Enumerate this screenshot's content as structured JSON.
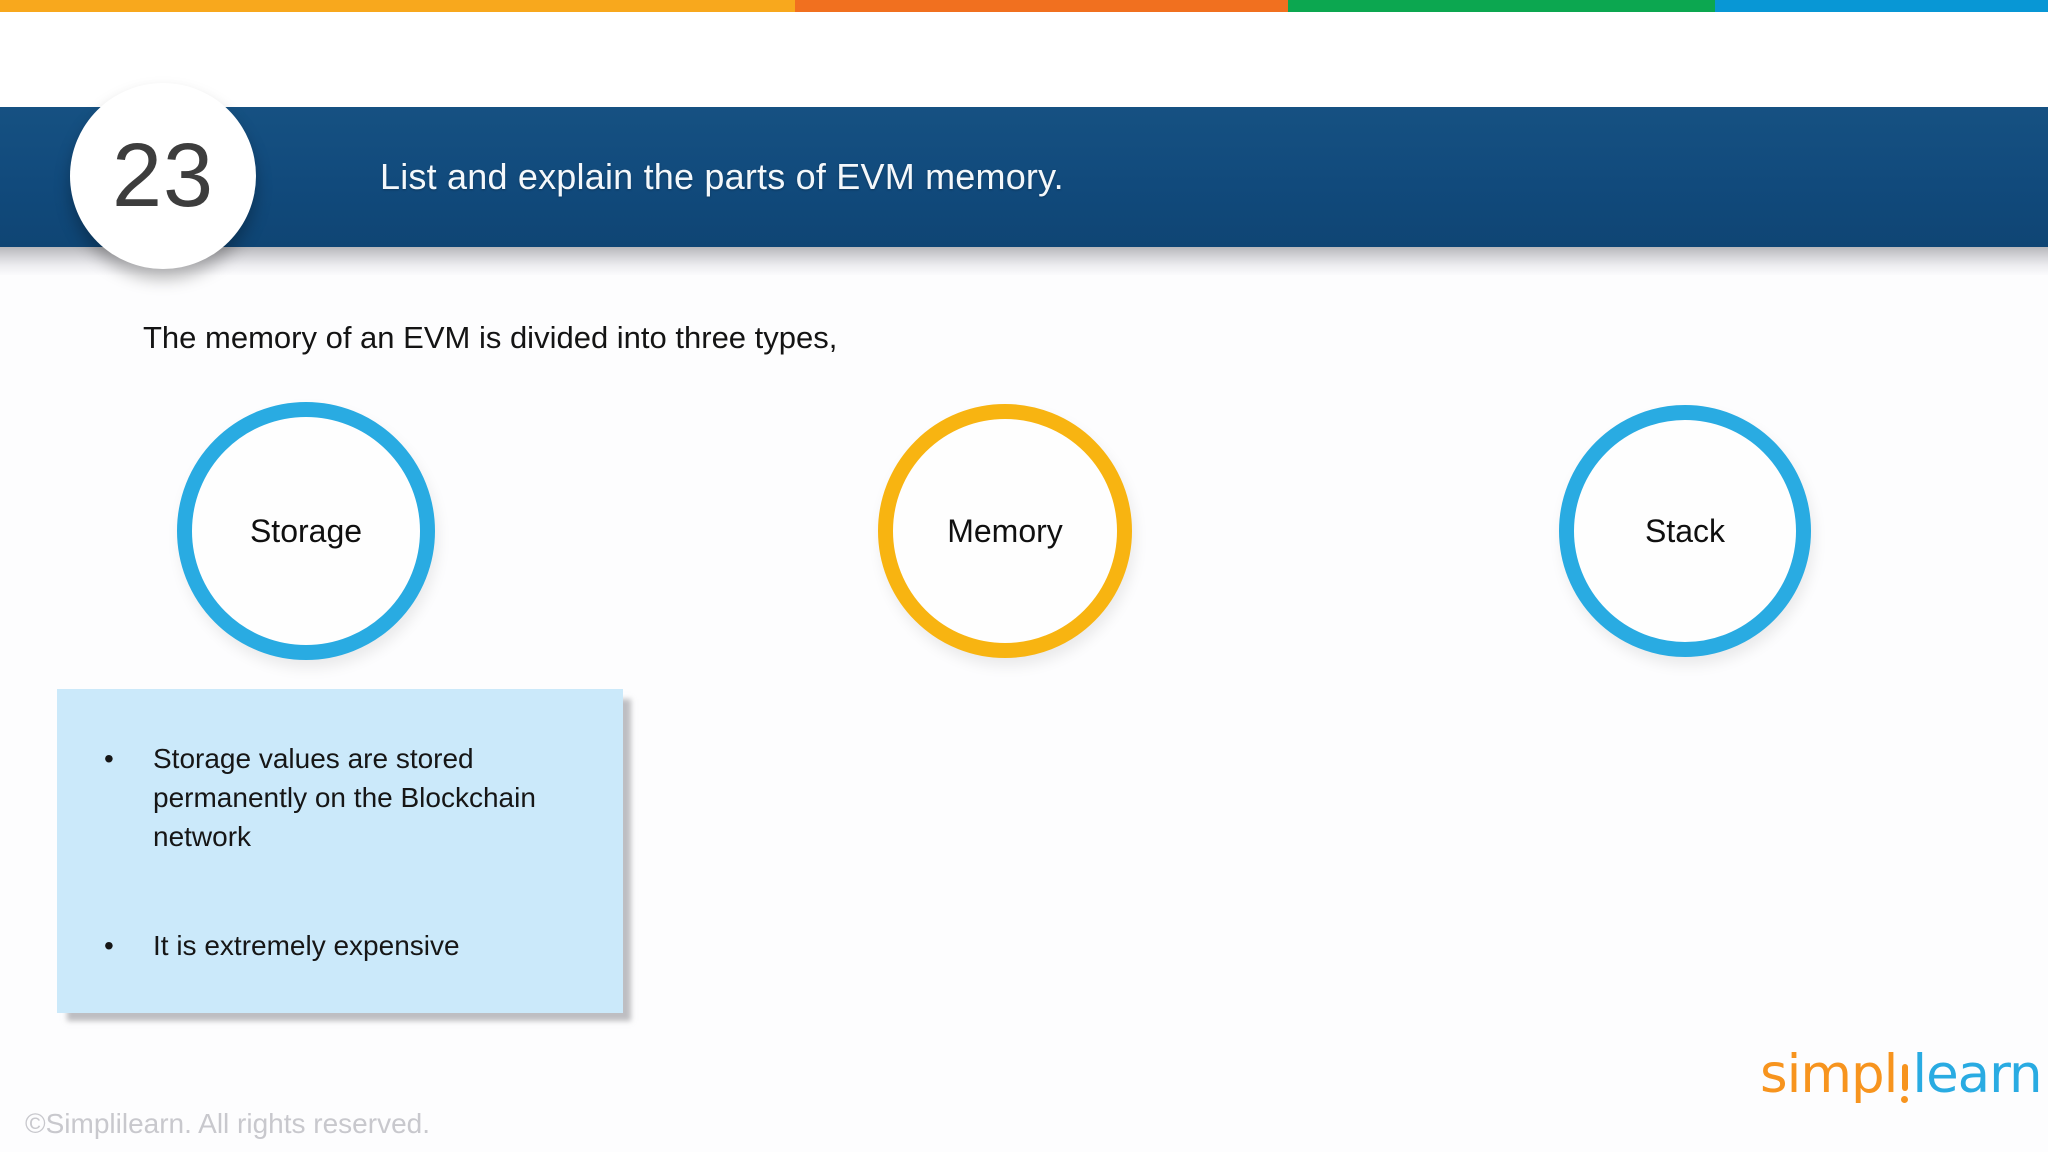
{
  "top_bar": {
    "segments": [
      {
        "name": "yellow",
        "color": "#F8A81D"
      },
      {
        "name": "orange",
        "color": "#F1701F"
      },
      {
        "name": "green",
        "color": "#0CA750"
      },
      {
        "name": "blue",
        "color": "#0897D5"
      }
    ]
  },
  "header": {
    "question_number": "23",
    "title": "List and explain the parts of EVM memory.",
    "band_color": "#114A7C"
  },
  "intro": {
    "text": "The memory of an EVM is divided into three types,"
  },
  "memory_types": [
    {
      "label": "Storage",
      "ring_color": "#29ABE2"
    },
    {
      "label": "Memory",
      "ring_color": "#F8B411"
    },
    {
      "label": "Stack",
      "ring_color": "#29ABE2"
    }
  ],
  "info_box": {
    "background_color": "#CBE9FA",
    "bullet_glyph": "•",
    "bullets": [
      "Storage values are stored permanently on the Blockchain network",
      "It is extremely expensive"
    ]
  },
  "footer": {
    "copyright": "©Simplilearn. All rights reserved.",
    "logo": {
      "part1": "simpl",
      "middle_letter": "i",
      "part2": "learn",
      "orange": "#F7941E",
      "blue": "#29ABE2"
    }
  }
}
